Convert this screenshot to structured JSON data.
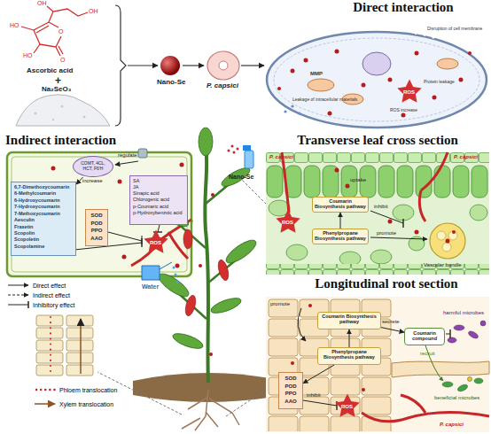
{
  "diagram": {
    "nodes": [
      {
        "text": [
          "Direct interaction"
        ]
      },
      {
        "text": [
          "Indirect interaction"
        ]
      },
      {
        "text": [
          "Transverse leaf cross section"
        ]
      },
      {
        "text": [
          "Longitudinal root section"
        ]
      },
      {
        "text": [
          "COMT, 4CL, HCT, F6'H"
        ],
        "in": 1
      },
      {
        "text": [
          "6,7-Dimethoxycoumarin",
          "6-Methylcoumarin",
          "6-Hydroxycoumarin",
          "7-Hydroxycoumarin",
          "7-Methoxycoumarin",
          "Aesculin",
          "Fraxetin",
          "Scopolin",
          "Scopoletin",
          "Scopolamine"
        ],
        "in": 1
      },
      {
        "text": [
          "SOD POD PPO AAO"
        ],
        "in": 1
      },
      {
        "text": [
          "SA",
          "JA",
          "Sinapic acid",
          "Chlorogenic acid",
          "p-Coumaric acid",
          "p-Hydroxybenzoic acid"
        ],
        "in": 1
      },
      {
        "text": [
          "Coumarin Biosynthesis pathway"
        ],
        "in": 2
      },
      {
        "text": [
          "Phenylpropane Biosynthesis pathway"
        ],
        "in": 2
      },
      {
        "text": [
          "Coumarin Biosynthesis pathway"
        ],
        "in": 3
      },
      {
        "text": [
          "Phenylpropane Biosynthesis pathway"
        ],
        "in": 3
      },
      {
        "text": [
          "SOD POD PPO AAO"
        ],
        "in": 3
      },
      {
        "text": [
          "Coumarin compound"
        ],
        "in": 3
      }
    ],
    "edges": [
      {
        "from": 4,
        "to": 5,
        "label": "increase",
        "arrow": "to"
      },
      {
        "from": 9,
        "to": 8,
        "arrow": "to"
      },
      {
        "from": 11,
        "to": 10,
        "arrow": "to"
      },
      {
        "from": 10,
        "to": 13,
        "label": "secrete",
        "arrow": "to"
      },
      {
        "from": 11,
        "to": 12,
        "arrow": "to"
      }
    ],
    "labels": [
      "HO",
      "HO",
      "O",
      "O",
      "OH",
      "OH",
      "Ascorbic acid",
      "+",
      "Na₂SeO₃",
      "Nano-Se",
      "P. capsici",
      "Disruption of cell membrane",
      "MMP",
      "ROS increase",
      "Leakage of intracellular materials",
      "Protein leakage",
      "ROS",
      "regulate",
      "ROS",
      "Nano-Se",
      "Water",
      "P. capsici",
      "P. capsici",
      "uptake",
      "ROS",
      "inhibit",
      "promote",
      "Vascular bundle",
      "promote",
      "recruit",
      "harmful microbes",
      "beneficial microbes",
      "ROS",
      "P. capsici",
      "inhibit"
    ],
    "legend": [
      {
        "text": "Direct effect"
      },
      {
        "text": "Indirect effect"
      },
      {
        "text": "Inhibitory effect"
      },
      {
        "text": "Phloem translocation"
      },
      {
        "text": "Xylem translocation"
      }
    ]
  }
}
